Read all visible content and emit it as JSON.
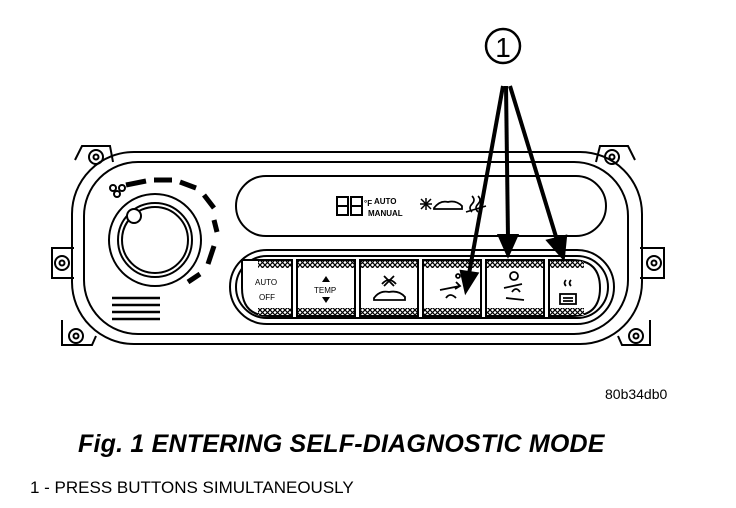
{
  "callout": {
    "number": "1"
  },
  "display": {
    "digits": "88",
    "unit": "°F",
    "mode_auto": "AUTO",
    "mode_manual": "MANUAL"
  },
  "buttons": {
    "auto": "AUTO",
    "off": "OFF",
    "temp": "TEMP"
  },
  "figure_code": "80b34db0",
  "caption": "Fig. 1 ENTERING SELF-DIAGNOSTIC MODE",
  "legend": [
    {
      "text": "1 - PRESS BUTTONS SIMULTANEOUSLY"
    }
  ],
  "colors": {
    "line": "#000000",
    "background": "#ffffff"
  }
}
